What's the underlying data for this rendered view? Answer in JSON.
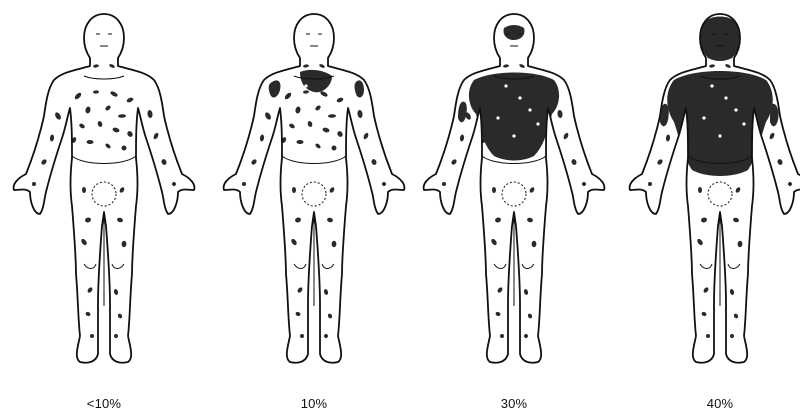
{
  "figures": [
    {
      "label": "<10%",
      "coverage": 0.1
    },
    {
      "label": "10%",
      "coverage": 0.1
    },
    {
      "label": "30%",
      "coverage": 0.3
    },
    {
      "label": "40%",
      "coverage": 0.4
    }
  ],
  "colors": {
    "ink": "#111111",
    "paper": "#ffffff",
    "patch": "#2a2a2a"
  }
}
